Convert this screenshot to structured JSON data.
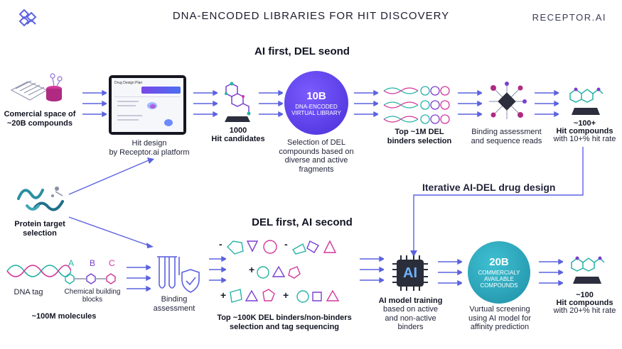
{
  "header": {
    "title": "DNA-ENCODED LIBRARIES FOR HIT DISCOVERY",
    "brand": "RECEPTOR.AI"
  },
  "top": {
    "section_title": "AI first, DEL seond",
    "commercial_label": "Comercial space of ~20B compounds",
    "hit_design_label_1": "Hit design",
    "hit_design_label_2": "by Receptor.ai platform",
    "candidates_count": "1000",
    "candidates_label": "Hit candidates",
    "circle_big": "10B",
    "circle_small": "DNA-ENCODED VIRTUAL LIBRARY",
    "selection_label": "Selection of DEL compounds based on diverse and active fragments",
    "top_binders_label": "Top ~1M DEL binders selection",
    "binding_label": "Binding assessment and sequence reads",
    "hits_count": "~100+",
    "hits_bold": "Hit compounds",
    "hits_rate": "with 10+% hit rate",
    "screen_title": "Drug Design Plan"
  },
  "middle": {
    "iterative_label": "Iterative AI-DEL drug design",
    "protein_label": "Protein target selection"
  },
  "bottom": {
    "section_title": "DEL first, AI second",
    "dna_tag_label": "DNA tag",
    "block_a": "A",
    "block_b": "B",
    "block_c": "C",
    "blocks_label": "Chemical building blocks",
    "molecules_label": "~100M molecules",
    "binding_label": "Binding assessment",
    "binders_label": "Top ~100K DEL binders/non-binders selection and tag sequencing",
    "sign_minus": "-",
    "sign_plus": "+",
    "ai_chip": "AI",
    "ai_training_bold": "AI model training",
    "ai_training_rest": "based on active and non-active binders",
    "circle_big": "20B",
    "circle_small": "COMMERCIALY AVAILABLE COMPOUNDS",
    "vscreen_label": "Vurtual screening using AI model for affinity prediction",
    "hits_count": "~100",
    "hits_bold": "Hit compounds",
    "hits_rate": "with 20+% hit rate"
  },
  "colors": {
    "arrow": "#5b62e0",
    "circle_top": "#5a3ee8",
    "circle_bottom": "#2aa0b8",
    "pink": "#d4379a",
    "teal": "#27b3a6",
    "purple": "#7a3fd0"
  }
}
